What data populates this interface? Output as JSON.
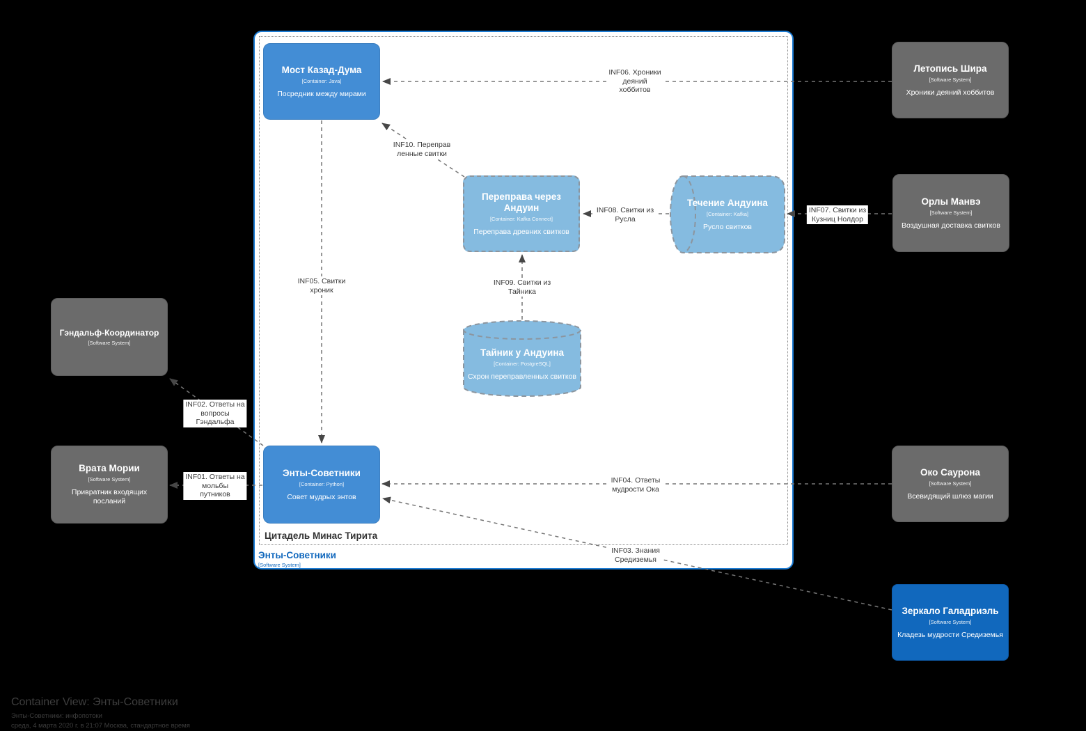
{
  "diagram": {
    "title": "Container View: Энты-Советники",
    "subtitle": "Энты-Советники: инфопотоки",
    "timestamp": "среда, 4 марта 2020 г. в 21:07 Москва, стандартное время"
  },
  "boundaries": {
    "system": {
      "title": "Энты-Советники",
      "meta": "[Software System]"
    },
    "group": {
      "title": "Цитадель Минас Тирита"
    }
  },
  "nodes": {
    "most": {
      "title": "Мост Казад-Дума",
      "meta": "[Container: Java]",
      "desc": "Посредник между мирами"
    },
    "pereprava": {
      "title": "Переправа через Андуин",
      "meta": "[Container: Kafka Connect]",
      "desc": "Переправа древних свитков"
    },
    "techenie": {
      "title": "Течение Андуина",
      "meta": "[Container: Kafka]",
      "desc": "Русло свитков"
    },
    "tajnik": {
      "title": "Тайник у Андуина",
      "meta": "[Container: PostgreSQL]",
      "desc": "Схрон переправленных свитков"
    },
    "enty": {
      "title": "Энты-Советники",
      "meta": "[Container: Python]",
      "desc": "Совет мудрых энтов"
    },
    "letopis": {
      "title": "Летопись Шира",
      "meta": "[Software System]",
      "desc": "Хроники деяний хоббитов"
    },
    "orly": {
      "title": "Орлы Манвэ",
      "meta": "[Software System]",
      "desc": "Воздушная доставка свитков"
    },
    "gandalf": {
      "title": "Гэндальф-Координатор",
      "meta": "[Software System]"
    },
    "vrata": {
      "title": "Врата Мории",
      "meta": "[Software System]",
      "desc": "Привратник входящих посланий"
    },
    "oko": {
      "title": "Око Саурона",
      "meta": "[Software System]",
      "desc": "Всевидящий шлюз магии"
    },
    "zerkalo": {
      "title": "Зеркало Галадриэль",
      "meta": "[Software System]",
      "desc": "Кладезь мудрости Средиземья"
    }
  },
  "relationships": {
    "inf01": {
      "lines": [
        "INF01. Ответы на",
        "мольбы",
        "путников"
      ]
    },
    "inf02": {
      "lines": [
        "INF02. Ответы на",
        "вопросы",
        "Гэндальфа"
      ]
    },
    "inf03": {
      "lines": [
        "INF03. Знания",
        "Средиземья"
      ]
    },
    "inf04": {
      "lines": [
        "INF04. Ответы",
        "мудрости Ока"
      ]
    },
    "inf05": {
      "lines": [
        "INF05. Свитки",
        "хроник"
      ]
    },
    "inf06": {
      "lines": [
        "INF06. Хроники",
        "деяний",
        "хоббитов"
      ]
    },
    "inf07": {
      "lines": [
        "INF07. Свитки из",
        "Кузниц Нолдор"
      ]
    },
    "inf08": {
      "lines": [
        "INF08. Свитки из",
        "Русла"
      ]
    },
    "inf09": {
      "lines": [
        "INF09. Свитки из",
        "Тайника"
      ]
    },
    "inf10": {
      "lines": [
        "INF10. Переправ",
        "ленные свитки"
      ]
    }
  },
  "colors": {
    "container_blue": "#438DD5",
    "container_light_blue": "#85BBE0",
    "system_gray": "#6B6B6B",
    "system_blue": "#1168BD",
    "boundary_blue": "#1C7CD4",
    "background": "#000000"
  }
}
